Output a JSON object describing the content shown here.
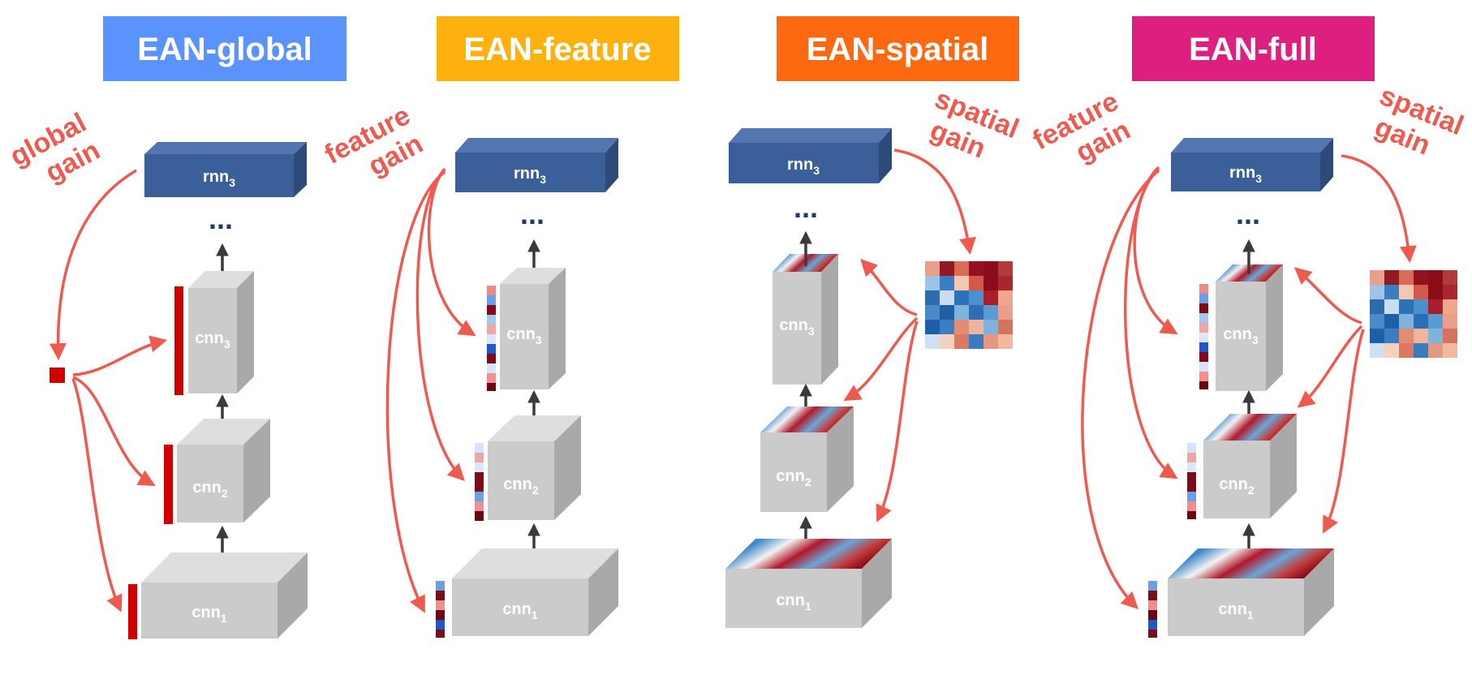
{
  "panels": [
    {
      "title": "EAN-global",
      "color": "#5b93fc",
      "gain_left": [
        "global",
        "gain"
      ],
      "gain_right": null
    },
    {
      "title": "EAN-feature",
      "color": "#fdb10f",
      "gain_left": [
        "feature",
        "gain"
      ],
      "gain_right": null
    },
    {
      "title": "EAN-spatial",
      "color": "#fd6911",
      "gain_left": null,
      "gain_right": [
        "spatial",
        "gain"
      ]
    },
    {
      "title": "EAN-full",
      "color": "#dd1f7f",
      "gain_left": [
        "feature",
        "gain"
      ],
      "gain_right": [
        "spatial",
        "gain"
      ]
    }
  ],
  "layers": {
    "rnn": {
      "name": "rnn",
      "sub": "3"
    },
    "cnn3": {
      "name": "cnn",
      "sub": "3"
    },
    "cnn2": {
      "name": "cnn",
      "sub": "2"
    },
    "cnn1": {
      "name": "cnn",
      "sub": "1"
    }
  },
  "ellipsis": "...",
  "colors": {
    "gain_text": "#ef5a50",
    "arrow": "#ef5a50",
    "rnn_front": "#3a5f99",
    "rnn_top": "#5476b0",
    "rnn_side": "#2d4a78",
    "box_front": "#cbcbcb",
    "box_top": "#dedede",
    "box_side": "#a9a9a9",
    "global_gain": "#d00000",
    "up_arrow": "#3a3a3a"
  }
}
